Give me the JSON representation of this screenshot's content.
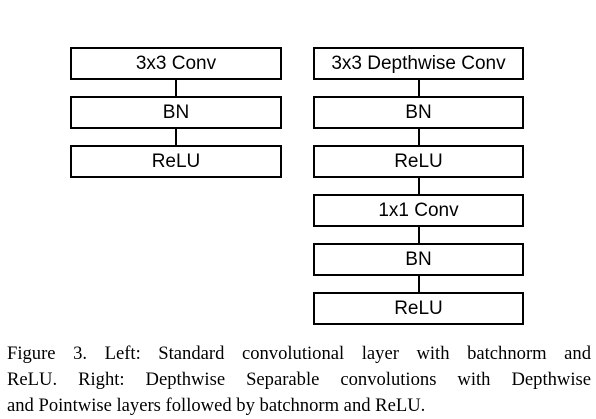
{
  "diagram": {
    "left_stack": [
      "3x3 Conv",
      "BN",
      "ReLU"
    ],
    "right_stack": [
      "3x3 Depthwise Conv",
      "BN",
      "ReLU",
      "1x1 Conv",
      "BN",
      "ReLU"
    ]
  },
  "caption": {
    "lines": [
      "Figure 3. Left: Standard convolutional layer with batchnorm and",
      "ReLU. Right: Depthwise Separable convolutions with Depthwise",
      "and Pointwise layers followed by batchnorm and ReLU."
    ]
  }
}
